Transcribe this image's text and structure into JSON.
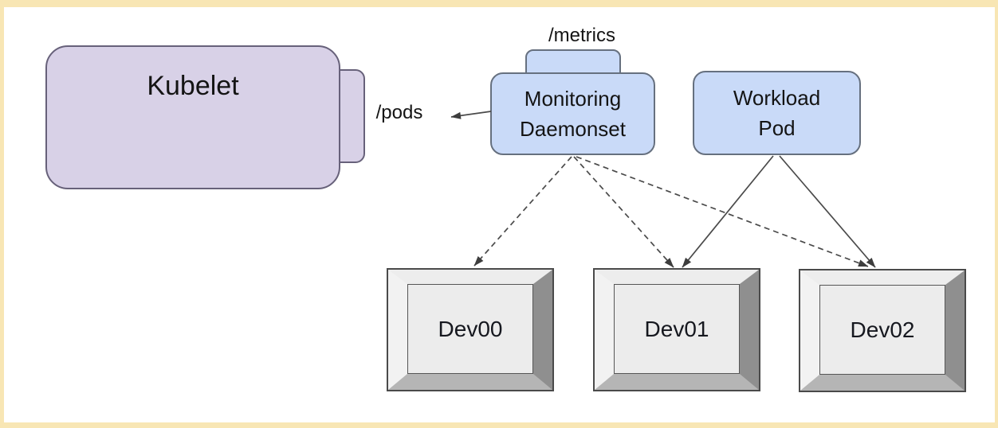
{
  "diagram": {
    "type": "architecture-diagram",
    "nodes": {
      "kubelet": {
        "label": "Kubelet",
        "endpoint_label": "/pods",
        "fill": "#d8d1e7",
        "border": "#67617a"
      },
      "monitoring": {
        "label_line1": "Monitoring",
        "label_line2": "Daemonset",
        "endpoint_label": "/metrics",
        "fill": "#c9daf8",
        "border": "#66707f"
      },
      "workload": {
        "label_line1": "Workload",
        "label_line2": "Pod",
        "fill": "#c9daf8",
        "border": "#66707f"
      },
      "devices": [
        {
          "label": "Dev00"
        },
        {
          "label": "Dev01"
        },
        {
          "label": "Dev02"
        }
      ]
    },
    "edges": [
      {
        "from": "monitoring-daemonset",
        "to": "kubelet-/pods",
        "style": "solid",
        "arrow": "end"
      },
      {
        "from": "monitoring-daemonset",
        "to": "dev00",
        "style": "dashed",
        "arrow": "end"
      },
      {
        "from": "monitoring-daemonset",
        "to": "dev01",
        "style": "dashed",
        "arrow": "end"
      },
      {
        "from": "monitoring-daemonset",
        "to": "dev02",
        "style": "dashed",
        "arrow": "end"
      },
      {
        "from": "workload-pod",
        "to": "dev01",
        "style": "solid",
        "arrow": "end"
      },
      {
        "from": "workload-pod",
        "to": "dev02",
        "style": "solid",
        "arrow": "end"
      }
    ],
    "colors": {
      "frame_border": "#f8e6b4",
      "background": "#ffffff",
      "edge": "#4a4a4a",
      "device_face": "#ececec",
      "device_bevel_dark": "#8f8f8f",
      "device_bevel_bottom": "#b5b5b5"
    }
  }
}
